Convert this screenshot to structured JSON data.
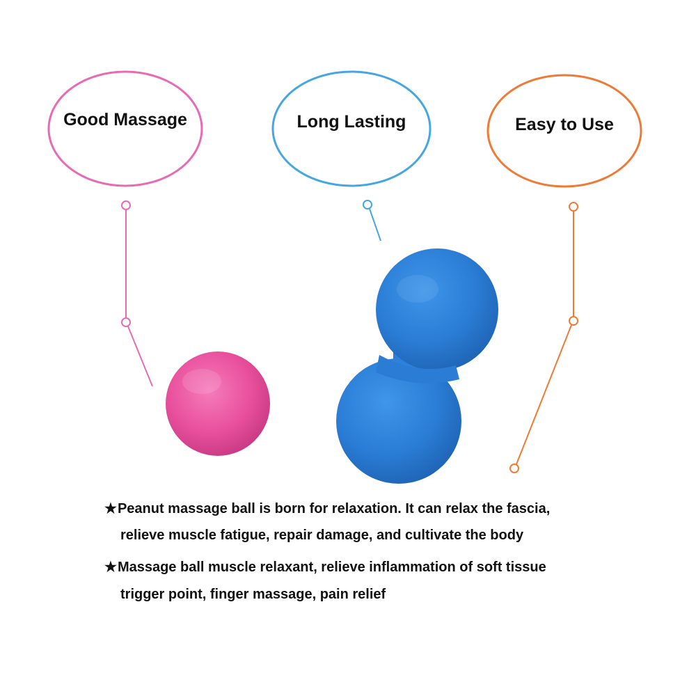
{
  "callouts": [
    {
      "label": "Good Massage",
      "color": "#e76bb4"
    },
    {
      "label": "Long Lasting",
      "color": "#45a6e0"
    },
    {
      "label": "Easy to Use",
      "color": "#ee7a35"
    }
  ],
  "balls": {
    "single_color": "#ea4f9d",
    "peanut_color": "#2b7fd6"
  },
  "description": {
    "bullet_symbol": "★",
    "items": [
      {
        "line1": "Peanut massage ball is born for relaxation. It can relax the fascia,",
        "line2": "relieve muscle fatigue, repair damage, and cultivate the body"
      },
      {
        "line1": "Massage ball muscle relaxant, relieve inflammation of soft tissue",
        "line2": "trigger point, finger massage, pain relief"
      }
    ]
  }
}
